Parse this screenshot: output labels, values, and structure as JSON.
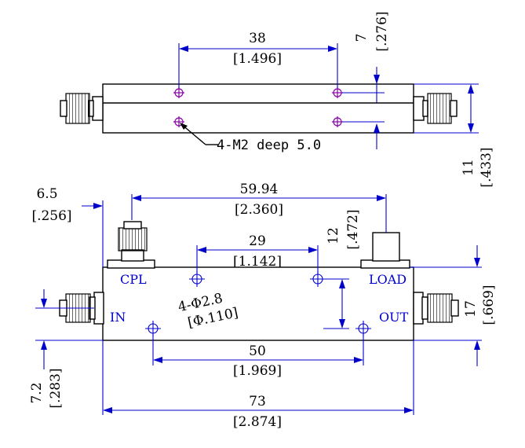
{
  "colors": {
    "dimension": "#0000cc",
    "outline": "#000000",
    "hole": "#8800aa"
  },
  "top_view": {
    "dim_38": {
      "mm": "38",
      "in": "[1.496]"
    },
    "dim_7": {
      "mm": "7",
      "in": "[.276]"
    },
    "dim_11": {
      "mm": "11",
      "in": "[.433]"
    },
    "hole_note": "4-M2 deep 5.0"
  },
  "front_view": {
    "dim_6_5": {
      "mm": "6.5",
      "in": "[.256]"
    },
    "dim_59_94": {
      "mm": "59.94",
      "in": "[2.360]"
    },
    "dim_29": {
      "mm": "29",
      "in": "[1.142]"
    },
    "dim_12": {
      "mm": "12",
      "in": "[.472]"
    },
    "dim_17": {
      "mm": "17",
      "in": "[.669]"
    },
    "dim_7_2": {
      "mm": "7.2",
      "in": "[.283]"
    },
    "dim_50": {
      "mm": "50",
      "in": "[1.969]"
    },
    "dim_73": {
      "mm": "73",
      "in": "[2.874]"
    },
    "hole_spec": {
      "count": "4-Φ2.8",
      "in": "[Φ.110]"
    },
    "ports": {
      "cpl": "CPL",
      "load": "LOAD",
      "in": "IN",
      "out": "OUT"
    }
  }
}
